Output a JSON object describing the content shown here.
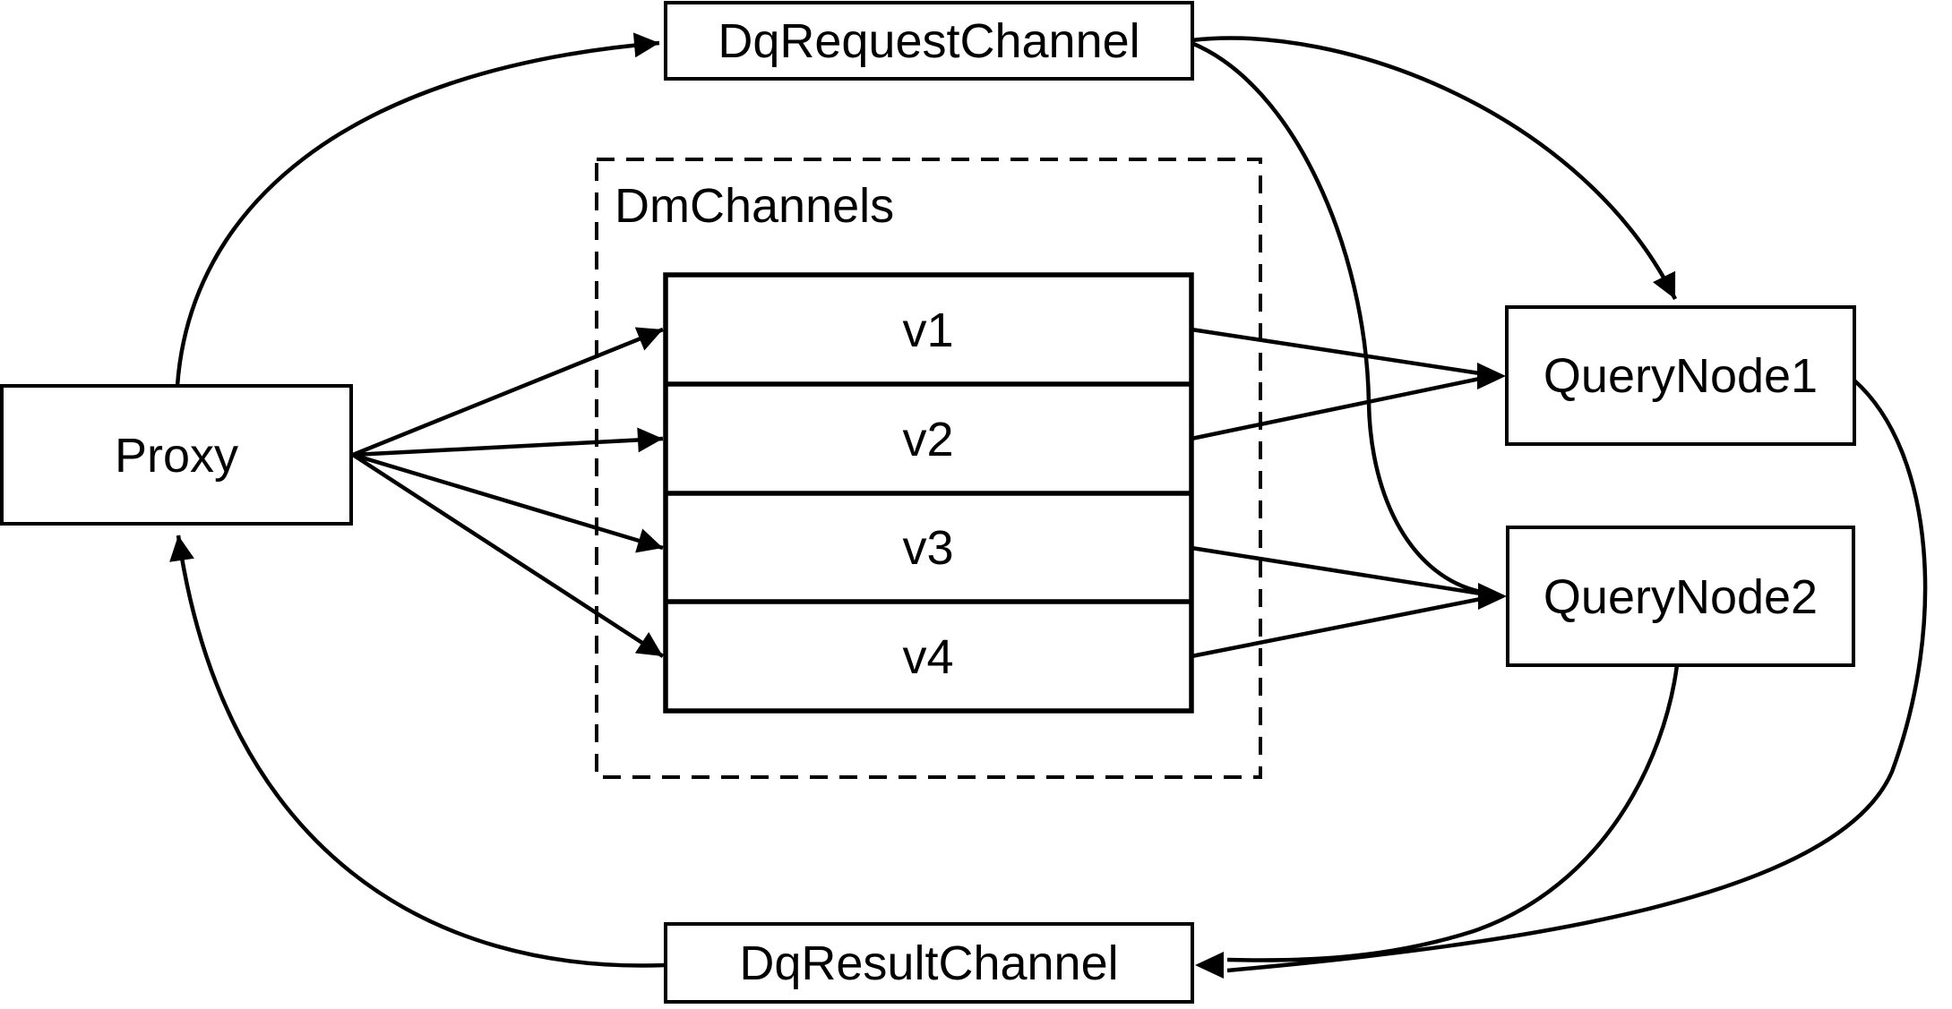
{
  "diagram": {
    "colors": {
      "stroke": "#000000",
      "background": "#ffffff"
    },
    "nodes": {
      "dq_request_channel": {
        "label": "DqRequestChannel"
      },
      "proxy": {
        "label": "Proxy"
      },
      "query_node_1": {
        "label": "QueryNode1"
      },
      "query_node_2": {
        "label": "QueryNode2"
      },
      "dq_result_channel": {
        "label": "DqResultChannel"
      },
      "dm_channels_group": {
        "label": "DmChannels"
      },
      "channels": [
        "v1",
        "v2",
        "v3",
        "v4"
      ]
    }
  }
}
